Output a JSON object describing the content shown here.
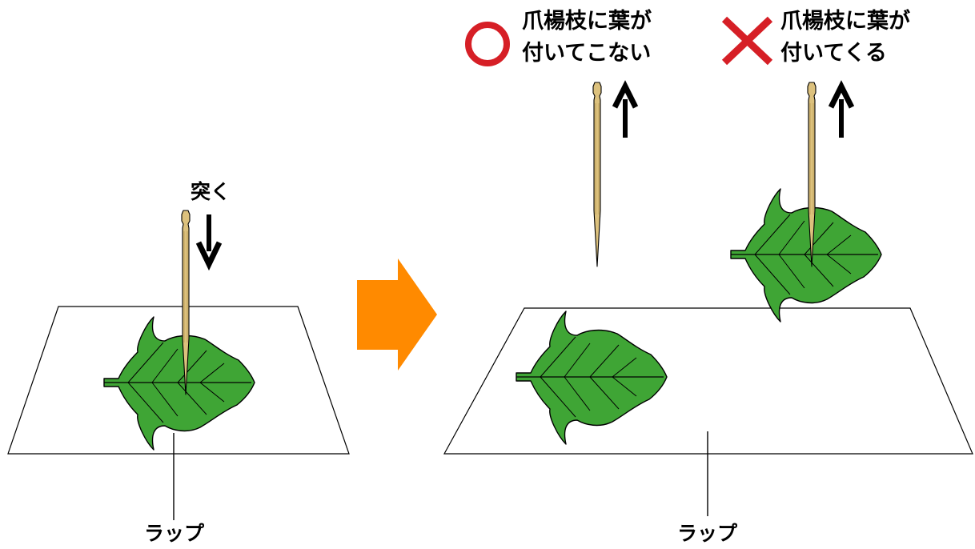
{
  "left_panel": {
    "action_label": "突く",
    "wrap_label": "ラップ"
  },
  "right_panel": {
    "good_result": {
      "symbol": "○",
      "text_line1": "爪楊枝に葉が",
      "text_line2": "付いてこない"
    },
    "bad_result": {
      "symbol": "×",
      "text_line1": "爪楊枝に葉が",
      "text_line2": "付いてくる"
    },
    "wrap_label": "ラップ"
  },
  "colors": {
    "leaf": "#3fa535",
    "toothpick": "#dcc17d",
    "transition_arrow": "#ff8a00",
    "good_symbol": "#d61f26",
    "bad_symbol": "#d61f26",
    "outline": "#000000"
  },
  "icons": {
    "transition": "right-arrow-icon",
    "poke": "down-arrow-icon",
    "lift": "up-arrow-icon",
    "good": "circle-icon",
    "bad": "cross-icon"
  }
}
